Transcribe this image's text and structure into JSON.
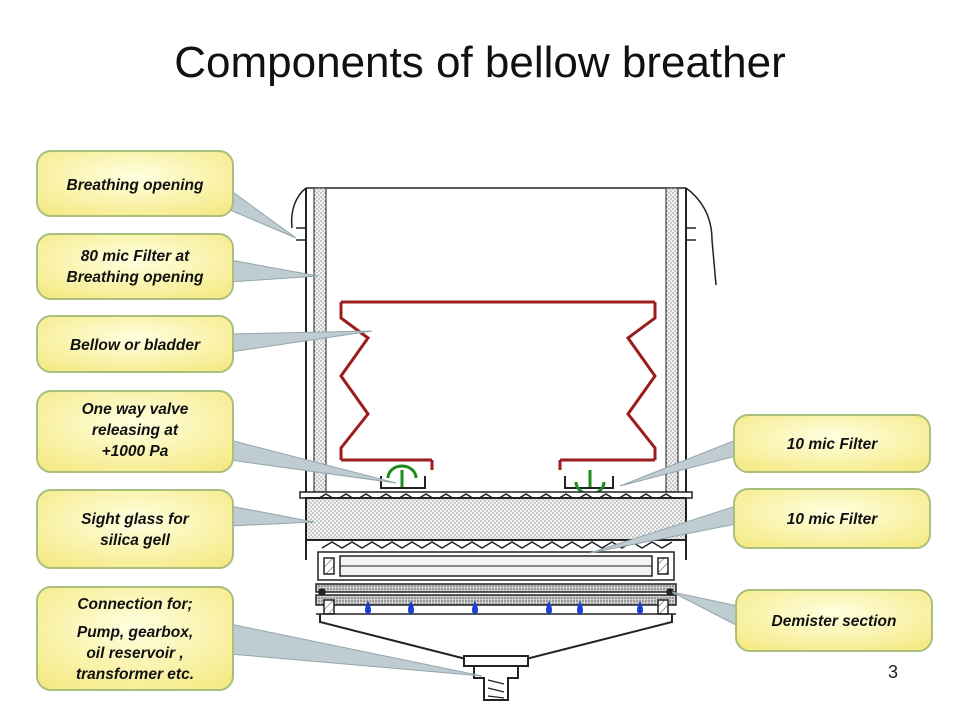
{
  "title": "Components of bellow breather",
  "page_number": "3",
  "colors": {
    "callout_fill": "#fdf6a6",
    "callout_stroke": "#a9bf7e",
    "leader": "#9aaab0",
    "bellow": "#9b1c1c",
    "valve": "#1f8a1f",
    "drop": "#1b3fd6",
    "outline": "#222222"
  },
  "callouts": {
    "breathing_opening": [
      "Breathing opening"
    ],
    "filter_80": [
      "80 mic Filter at",
      "Breathing opening"
    ],
    "bellow": [
      "Bellow or bladder"
    ],
    "valve": [
      "One way valve",
      "releasing at",
      "+1000 Pa"
    ],
    "sight_glass": [
      "Sight glass for",
      "silica gell"
    ],
    "connection": [
      "Connection for;",
      "Pump, gearbox,",
      "oil reservoir ,",
      "transformer etc."
    ],
    "filter_10_top": [
      "10 mic Filter"
    ],
    "filter_10_bottom": [
      "10 mic Filter"
    ],
    "demister": [
      "Demister section"
    ]
  }
}
